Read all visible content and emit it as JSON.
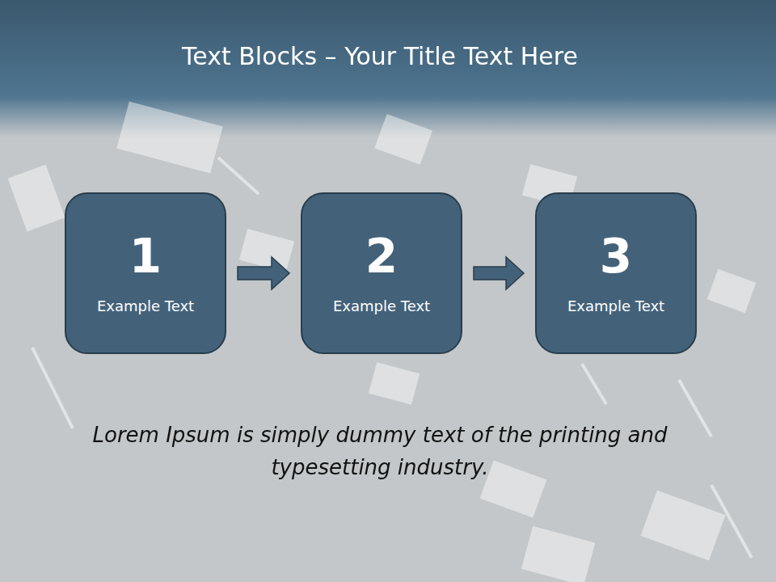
{
  "diagram": {
    "title": "Text Blocks – Your Title Text Here",
    "nodes": [
      {
        "text": [
          "1",
          "Example Text"
        ]
      },
      {
        "text": [
          "2",
          "Example Text"
        ]
      },
      {
        "text": [
          "3",
          "Example Text"
        ]
      }
    ],
    "edges": [
      {
        "from": 0,
        "to": 1,
        "arrow": "to"
      },
      {
        "from": 1,
        "to": 2,
        "arrow": "to"
      }
    ],
    "caption": "Lorem Ipsum is simply dummy text of the printing and typesetting industry."
  }
}
